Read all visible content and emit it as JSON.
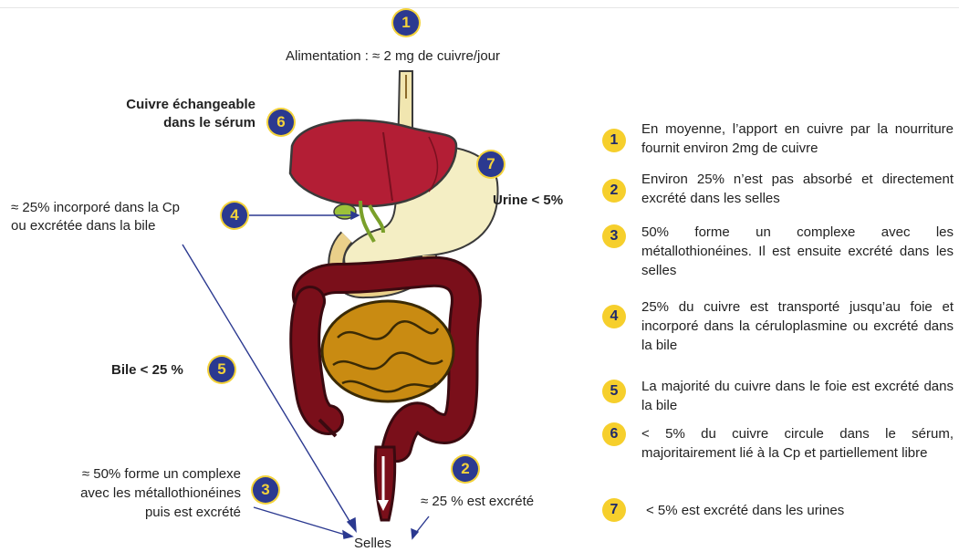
{
  "diagram": {
    "top_label": "Alimentation : ≈ 2 mg de cuivre/jour",
    "serum_label_line1": "Cuivre échangeable",
    "serum_label_line2": "dans le sérum",
    "urine_label": "Urine < 5%",
    "cp_label_line1": "≈ 25% incorporé dans la Cp",
    "cp_label_line2": "ou excrétée dans la bile",
    "bile_label": "Bile < 25 %",
    "complex_label_line1": "≈ 50% forme un complexe",
    "complex_label_line2": "avec les métallothionéines",
    "complex_label_line3": "puis est excrété",
    "excreted_label": "≈ 25 % est excrété",
    "selles_label": "Selles",
    "badges": {
      "b1": "1",
      "b2": "2",
      "b3": "3",
      "b4": "4",
      "b5": "5",
      "b6": "6",
      "b7": "7"
    }
  },
  "legend": [
    {
      "num": "1",
      "text": "En moyenne, l’apport en cuivre par la nourriture fournit environ 2mg de cuivre"
    },
    {
      "num": "2",
      "text": "Environ 25% n’est pas absorbé et directement excrété dans les selles"
    },
    {
      "num": "3",
      "text": "50% forme un complexe avec les métallothionéines. Il est ensuite excrété dans les selles"
    },
    {
      "num": "4",
      "text": "25% du cuivre est transporté jusqu’au foie et incorporé dans la céruloplasmine ou excrété dans la bile"
    },
    {
      "num": "5",
      "text": "La majorité du cuivre dans le foie est excrété dans la bile"
    },
    {
      "num": "6",
      "text": "< 5% du cuivre circule dans le sérum, majoritairement lié à la Cp et partiellement libre"
    },
    {
      "num": "7",
      "text": "< 5% est excrété dans les urines"
    }
  ]
}
